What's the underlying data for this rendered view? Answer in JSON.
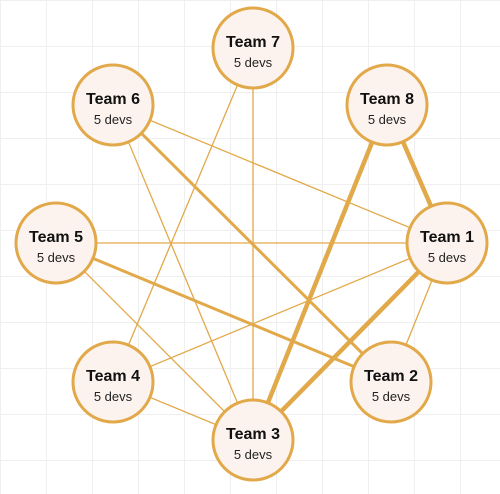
{
  "colors": {
    "accent": "#e2a94a",
    "node_fill": "#fdf3ee",
    "text": "#111111"
  },
  "nodes": [
    {
      "id": "t1",
      "name": "Team 1",
      "sub": "5 devs"
    },
    {
      "id": "t2",
      "name": "Team 2",
      "sub": "5 devs"
    },
    {
      "id": "t3",
      "name": "Team 3",
      "sub": "5 devs"
    },
    {
      "id": "t4",
      "name": "Team 4",
      "sub": "5 devs"
    },
    {
      "id": "t5",
      "name": "Team 5",
      "sub": "5 devs"
    },
    {
      "id": "t6",
      "name": "Team 6",
      "sub": "5 devs"
    },
    {
      "id": "t7",
      "name": "Team 7",
      "sub": "5 devs"
    },
    {
      "id": "t8",
      "name": "Team 8",
      "sub": "5 devs"
    }
  ],
  "edges": [
    {
      "from": "t8",
      "to": "t1",
      "weight": "heavy"
    },
    {
      "from": "t8",
      "to": "t3",
      "weight": "heavy"
    },
    {
      "from": "t1",
      "to": "t3",
      "weight": "heavy"
    },
    {
      "from": "t6",
      "to": "t2",
      "weight": "medium"
    },
    {
      "from": "t5",
      "to": "t2",
      "weight": "medium"
    },
    {
      "from": "t6",
      "to": "t1",
      "weight": "light"
    },
    {
      "from": "t6",
      "to": "t3",
      "weight": "light"
    },
    {
      "from": "t7",
      "to": "t4",
      "weight": "light"
    },
    {
      "from": "t7",
      "to": "t3",
      "weight": "light"
    },
    {
      "from": "t5",
      "to": "t1",
      "weight": "light"
    },
    {
      "from": "t5",
      "to": "t3",
      "weight": "light"
    },
    {
      "from": "t4",
      "to": "t1",
      "weight": "light"
    },
    {
      "from": "t4",
      "to": "t3",
      "weight": "light"
    },
    {
      "from": "t1",
      "to": "t2",
      "weight": "light"
    }
  ]
}
